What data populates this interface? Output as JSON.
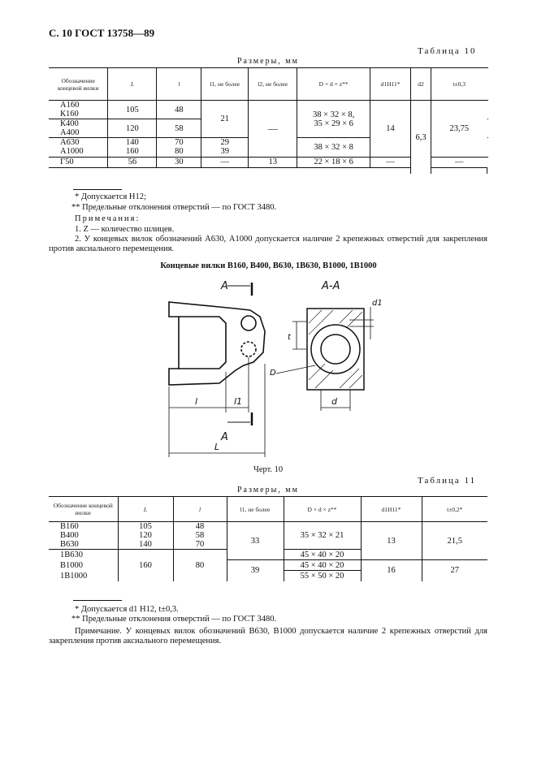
{
  "header": {
    "title": "С. 10 ГОСТ 13758—89"
  },
  "table10": {
    "caption": "Таблица 10",
    "sizes": "Размеры, мм",
    "headers": {
      "designation": "Обозначение концевой вилки",
      "L": "L",
      "l": "l",
      "l1": "l1, не более",
      "l2": "l2, не более",
      "Ddz": "D × d × z**",
      "d1": "d1H11*",
      "d2": "d2",
      "t": "t±0,3"
    },
    "rows": {
      "a160": "А160",
      "k160": "К160",
      "k400": "К400",
      "a400": "А400",
      "a630": "А630",
      "a1000": "А1000",
      "g50": "Г50",
      "L_105": "105",
      "L_120": "120",
      "L_140": "140",
      "L_160": "160",
      "L_56": "56",
      "l_48": "48",
      "l_58": "58",
      "l_70": "70",
      "l_80": "80",
      "l_30": "30",
      "l1_21": "21",
      "l1_29": "29",
      "l1_39": "39",
      "l1_dash": "—",
      "l2_dash": "—",
      "l2_13": "13",
      "D1a": "38 × 32 × 8,",
      "D1b": "35 × 29 × 6",
      "D2": "38 × 32 × 8",
      "D3": "22 × 18 × 6",
      "d1_14": "14",
      "d1_dash": "—",
      "d2_63": "6,3",
      "t_2375": "23,75",
      "t_dash": "—"
    },
    "footnotes": {
      "f1": "* Допускается H12;",
      "f2": "** Предельные отклонения отверстий — по ГОСТ 3480."
    },
    "notes": {
      "title": "Примечания:",
      "n1": "1. Z — количество шлицев.",
      "n2": "2. У концевых вилок обозначений А630, А1000 допускается наличие 2 крепежных отверстий для закрепления против аксиального перемещения."
    }
  },
  "figure": {
    "title": "Концевые вилки В160, В400, В630, 1В630, В1000, 1В1000",
    "caption": "Черт. 10",
    "labels": {
      "A_top": "A",
      "A_bottom": "A",
      "section": "A-A",
      "l": "l",
      "l1": "l1",
      "L": "L",
      "D": "D",
      "d": "d",
      "d1": "d1",
      "t": "t"
    }
  },
  "table11": {
    "caption": "Таблица 11",
    "sizes": "Размеры, мм",
    "headers": {
      "designation": "Обозначение концевой вилки",
      "L": "L",
      "l": "l",
      "l1": "l1, не более",
      "Ddz": "D × d × z**",
      "d1": "d1H11*",
      "t": "t±0,2*"
    },
    "rows": {
      "b160": "В160",
      "b400": "В400",
      "b630": "В630",
      "ib630": "1В630",
      "b1000": "В1000",
      "ib1000": "1В1000",
      "L_105": "105",
      "L_120": "120",
      "L_140": "140",
      "L_160": "160",
      "l_48": "48",
      "l_58": "58",
      "l_70": "70",
      "l_80": "80",
      "l1_33": "33",
      "l1_39": "39",
      "D1": "35 × 32 × 21",
      "D2": "45 × 40 × 20",
      "D3": "45 × 40 × 20",
      "D4": "55 × 50 × 20",
      "d1_13": "13",
      "d1_16": "16",
      "t_215": "21,5",
      "t_27": "27"
    },
    "footnotes": {
      "f1": "* Допускается d1 H12, t±0,3.",
      "f2": "** Предельные отклонения отверстий — по ГОСТ 3480."
    },
    "notes": {
      "text": "Примечание. У концевых вилок обозначений В630, В1000 допускается наличие 2 крепежных отверстий для закрепления против аксиального перемещения."
    }
  }
}
